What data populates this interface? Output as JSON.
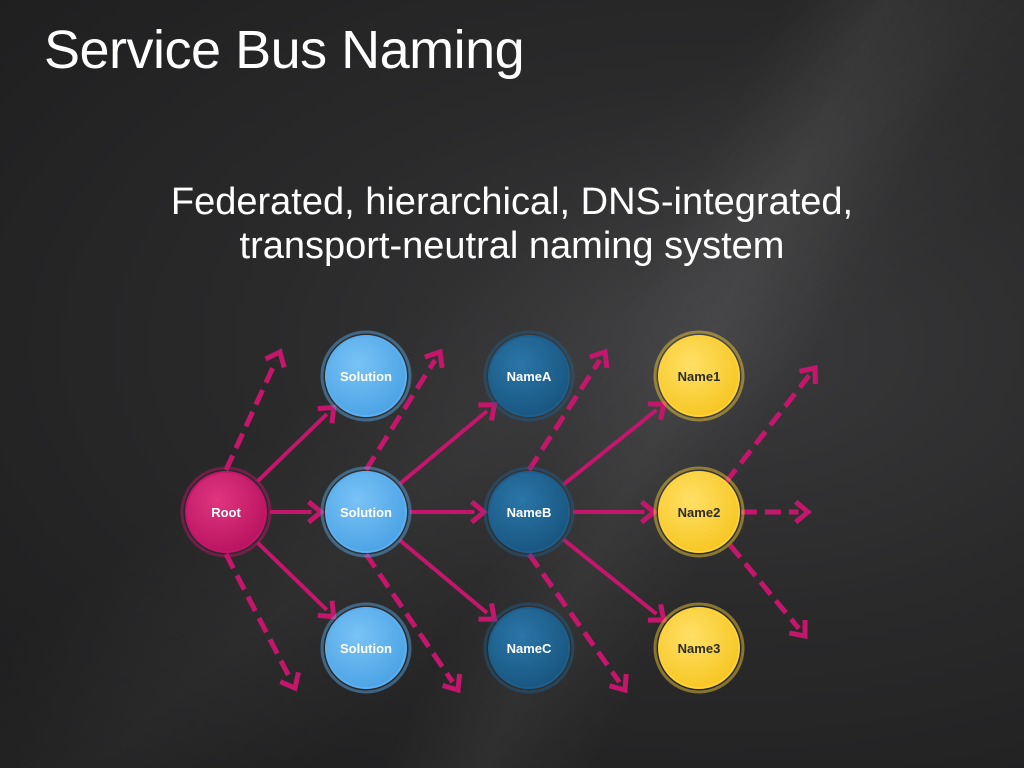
{
  "slide": {
    "title": "Service Bus Naming",
    "subtitle_lines": [
      "Federated, hierarchical, DNS-integrated,",
      "transport-neutral naming system"
    ]
  },
  "colors": {
    "background": "#2a2a2b",
    "arrow": "#c4166a",
    "root": "#c4166a",
    "solution": "#5bb0f0",
    "name_blue": "#1c5f8e",
    "name_yellow": "#fdd33a"
  },
  "diagram": {
    "nodes": [
      {
        "id": "root",
        "label": "Root",
        "kind": "root"
      },
      {
        "id": "sol_top",
        "label": "Solution",
        "kind": "solution"
      },
      {
        "id": "sol_mid",
        "label": "Solution",
        "kind": "solution"
      },
      {
        "id": "sol_bot",
        "label": "Solution",
        "kind": "solution"
      },
      {
        "id": "nameA",
        "label": "NameA",
        "kind": "name_blue"
      },
      {
        "id": "nameB",
        "label": "NameB",
        "kind": "name_blue"
      },
      {
        "id": "nameC",
        "label": "NameC",
        "kind": "name_blue"
      },
      {
        "id": "name1",
        "label": "Name1",
        "kind": "name_yellow"
      },
      {
        "id": "name2",
        "label": "Name2",
        "kind": "name_yellow"
      },
      {
        "id": "name3",
        "label": "Name3",
        "kind": "name_yellow"
      }
    ],
    "edges": [
      {
        "from": "root",
        "to": "sol_top",
        "style": "solid"
      },
      {
        "from": "root",
        "to": "sol_mid",
        "style": "solid"
      },
      {
        "from": "root",
        "to": "sol_bot",
        "style": "solid"
      },
      {
        "from": "sol_mid",
        "to": "nameA",
        "style": "solid"
      },
      {
        "from": "sol_mid",
        "to": "nameB",
        "style": "solid"
      },
      {
        "from": "sol_mid",
        "to": "nameC",
        "style": "solid"
      },
      {
        "from": "nameB",
        "to": "name1",
        "style": "solid"
      },
      {
        "from": "nameB",
        "to": "name2",
        "style": "solid"
      },
      {
        "from": "nameB",
        "to": "name3",
        "style": "solid"
      },
      {
        "from": "root",
        "to": "up",
        "style": "dashed"
      },
      {
        "from": "root",
        "to": "down",
        "style": "dashed"
      },
      {
        "from": "sol_mid",
        "to": "up",
        "style": "dashed"
      },
      {
        "from": "sol_mid",
        "to": "down",
        "style": "dashed"
      },
      {
        "from": "nameB",
        "to": "up",
        "style": "dashed"
      },
      {
        "from": "nameB",
        "to": "down",
        "style": "dashed"
      },
      {
        "from": "name2",
        "to": "up",
        "style": "dashed"
      },
      {
        "from": "name2",
        "to": "right",
        "style": "dashed"
      },
      {
        "from": "name2",
        "to": "down",
        "style": "dashed"
      }
    ]
  }
}
